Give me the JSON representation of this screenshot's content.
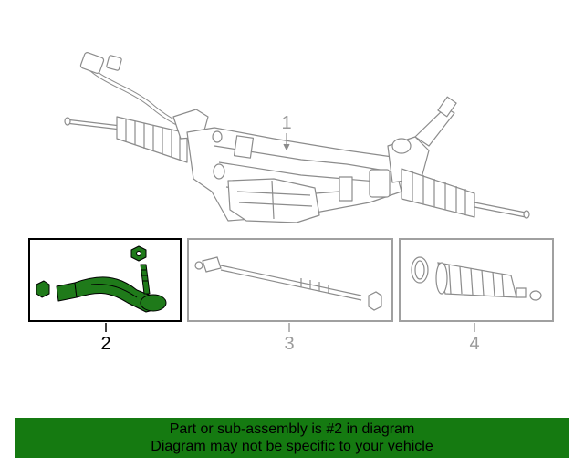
{
  "callouts": {
    "assembly": "1",
    "tie_rod_end": "2",
    "inner_tie_rod": "3",
    "boot_kit": "4"
  },
  "banner": {
    "line1": "Part or sub-assembly is #2 in diagram",
    "line2": "Diagram may not be specific to your vehicle"
  },
  "colors": {
    "highlight_part": "#1f7a1a",
    "highlight_box": "#000000",
    "inactive_box": "#a0a0a0",
    "line_art": "#8c8c8c",
    "banner_bg": "#157a11"
  },
  "icons": [
    "steering-rack-assembly",
    "outer-tie-rod-end",
    "inner-tie-rod",
    "rack-boot-kit"
  ]
}
